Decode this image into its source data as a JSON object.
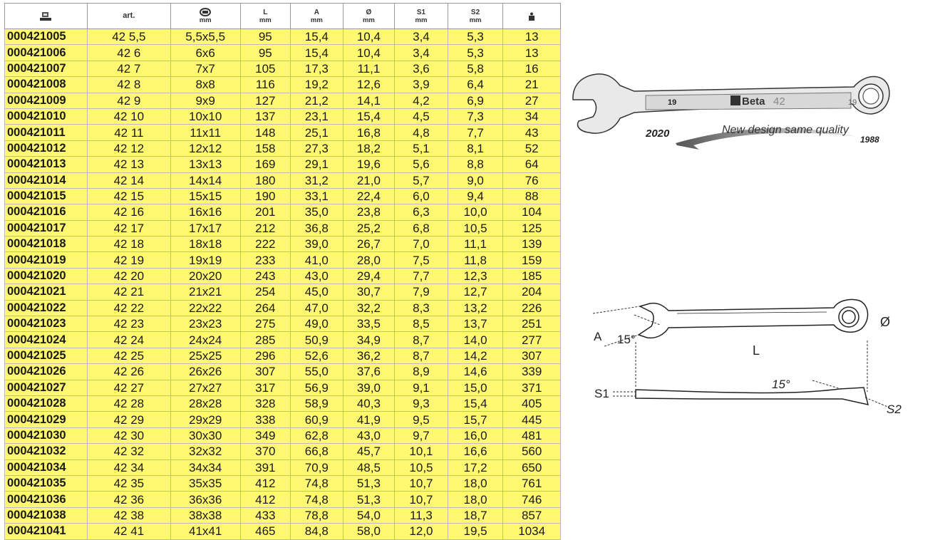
{
  "table": {
    "headers": [
      {
        "icon": "product-code-icon",
        "label": "",
        "unit": ""
      },
      {
        "icon": "",
        "label": "art.",
        "unit": ""
      },
      {
        "icon": "wrench-size-icon",
        "label": "",
        "unit": "mm"
      },
      {
        "icon": "",
        "label": "L",
        "unit": "mm"
      },
      {
        "icon": "",
        "label": "A",
        "unit": "mm"
      },
      {
        "icon": "",
        "label": "Ø",
        "unit": "mm"
      },
      {
        "icon": "",
        "label": "S1",
        "unit": "mm"
      },
      {
        "icon": "",
        "label": "S2",
        "unit": "mm"
      },
      {
        "icon": "weight-icon",
        "label": "",
        "unit": ""
      }
    ],
    "rows": [
      [
        "000421005",
        "42 5,5",
        "5,5x5,5",
        "95",
        "15,4",
        "10,4",
        "3,4",
        "5,3",
        "13"
      ],
      [
        "000421006",
        "42 6",
        "6x6",
        "95",
        "15,4",
        "10,4",
        "3,4",
        "5,3",
        "13"
      ],
      [
        "000421007",
        "42 7",
        "7x7",
        "105",
        "17,3",
        "11,1",
        "3,6",
        "5,8",
        "16"
      ],
      [
        "000421008",
        "42 8",
        "8x8",
        "116",
        "19,2",
        "12,6",
        "3,9",
        "6,4",
        "21"
      ],
      [
        "000421009",
        "42 9",
        "9x9",
        "127",
        "21,2",
        "14,1",
        "4,2",
        "6,9",
        "27"
      ],
      [
        "000421010",
        "42 10",
        "10x10",
        "137",
        "23,1",
        "15,4",
        "4,5",
        "7,3",
        "34"
      ],
      [
        "000421011",
        "42 11",
        "11x11",
        "148",
        "25,1",
        "16,8",
        "4,8",
        "7,7",
        "43"
      ],
      [
        "000421012",
        "42 12",
        "12x12",
        "158",
        "27,3",
        "18,2",
        "5,1",
        "8,1",
        "52"
      ],
      [
        "000421013",
        "42 13",
        "13x13",
        "169",
        "29,1",
        "19,6",
        "5,6",
        "8,8",
        "64"
      ],
      [
        "000421014",
        "42 14",
        "14x14",
        "180",
        "31,2",
        "21,0",
        "5,7",
        "9,0",
        "76"
      ],
      [
        "000421015",
        "42 15",
        "15x15",
        "190",
        "33,1",
        "22,4",
        "6,0",
        "9,4",
        "88"
      ],
      [
        "000421016",
        "42 16",
        "16x16",
        "201",
        "35,0",
        "23,8",
        "6,3",
        "10,0",
        "104"
      ],
      [
        "000421017",
        "42 17",
        "17x17",
        "212",
        "36,8",
        "25,2",
        "6,8",
        "10,5",
        "125"
      ],
      [
        "000421018",
        "42 18",
        "18x18",
        "222",
        "39,0",
        "26,7",
        "7,0",
        "11,1",
        "139"
      ],
      [
        "000421019",
        "42 19",
        "19x19",
        "233",
        "41,0",
        "28,0",
        "7,5",
        "11,8",
        "159"
      ],
      [
        "000421020",
        "42 20",
        "20x20",
        "243",
        "43,0",
        "29,4",
        "7,7",
        "12,3",
        "185"
      ],
      [
        "000421021",
        "42 21",
        "21x21",
        "254",
        "45,0",
        "30,7",
        "7,9",
        "12,7",
        "204"
      ],
      [
        "000421022",
        "42 22",
        "22x22",
        "264",
        "47,0",
        "32,2",
        "8,3",
        "13,2",
        "226"
      ],
      [
        "000421023",
        "42 23",
        "23x23",
        "275",
        "49,0",
        "33,5",
        "8,5",
        "13,7",
        "251"
      ],
      [
        "000421024",
        "42 24",
        "24x24",
        "285",
        "50,9",
        "34,9",
        "8,7",
        "14,0",
        "277"
      ],
      [
        "000421025",
        "42 25",
        "25x25",
        "296",
        "52,6",
        "36,2",
        "8,7",
        "14,2",
        "307"
      ],
      [
        "000421026",
        "42 26",
        "26x26",
        "307",
        "55,0",
        "37,6",
        "8,9",
        "14,6",
        "339"
      ],
      [
        "000421027",
        "42 27",
        "27x27",
        "317",
        "56,9",
        "39,0",
        "9,1",
        "15,0",
        "371"
      ],
      [
        "000421028",
        "42 28",
        "28x28",
        "328",
        "58,9",
        "40,3",
        "9,3",
        "15,4",
        "405"
      ],
      [
        "000421029",
        "42 29",
        "29x29",
        "338",
        "60,9",
        "41,9",
        "9,5",
        "15,7",
        "445"
      ],
      [
        "000421030",
        "42 30",
        "30x30",
        "349",
        "62,8",
        "43,0",
        "9,7",
        "16,0",
        "481"
      ],
      [
        "000421032",
        "42 32",
        "32x32",
        "370",
        "66,8",
        "45,7",
        "10,1",
        "16,6",
        "560"
      ],
      [
        "000421034",
        "42 34",
        "34x34",
        "391",
        "70,9",
        "48,5",
        "10,5",
        "17,2",
        "650"
      ],
      [
        "000421035",
        "42 35",
        "35x35",
        "412",
        "74,8",
        "51,3",
        "10,7",
        "18,0",
        "761"
      ],
      [
        "000421036",
        "42 36",
        "36x36",
        "412",
        "74,8",
        "51,3",
        "10,7",
        "18,0",
        "746"
      ],
      [
        "000421038",
        "42 38",
        "38x38",
        "433",
        "78,8",
        "54,0",
        "11,3",
        "18,7",
        "857"
      ],
      [
        "000421041",
        "42 41",
        "41x41",
        "465",
        "84,8",
        "58,0",
        "12,0",
        "19,5",
        "1034"
      ]
    ],
    "colors": {
      "row_bg": "#fff870",
      "header_bg": "#ffffff",
      "border": "#b9b9b9"
    }
  },
  "product_figure": {
    "handle_size_left": "19",
    "handle_size_right": "19",
    "brand": "Beta",
    "model": "42",
    "year_new": "2020",
    "year_old": "1988",
    "tagline": "New design same quality"
  },
  "dimension_figure": {
    "label_a": "A",
    "angle_top": "15°",
    "label_diameter": "Ø",
    "label_length": "L",
    "label_s1": "S1",
    "angle_side": "15°",
    "label_s2": "S2"
  }
}
